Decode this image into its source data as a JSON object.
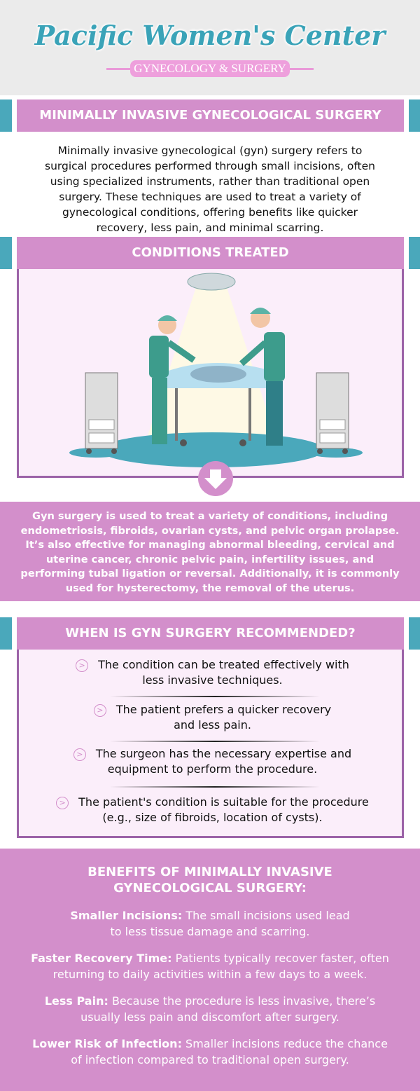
{
  "header": {
    "brand": "Pacific Women's Center",
    "tagline": "GYNECOLOGY & SURGERY"
  },
  "intro": {
    "title": "MINIMALLY INVASIVE GYNECOLOGICAL SURGERY",
    "lines": [
      "Minimally invasive gynecological (gyn) surgery refers to",
      "surgical procedures performed through small incisions, often",
      "using specialized instruments, rather than traditional open",
      "surgery. These techniques are used to treat a variety of",
      "gynecological conditions, offering benefits like quicker",
      "recovery, less pain, and minimal scarring."
    ]
  },
  "conditions": {
    "title": "CONDITIONS TREATED",
    "lines": [
      "Gyn surgery is used to treat a variety of conditions, including",
      "endometriosis, fibroids, ovarian cysts, and pelvic organ prolapse.",
      "It’s also effective for managing abnormal bleeding, cervical and",
      "uterine cancer, chronic pelvic pain, infertility issues, and",
      "performing tubal ligation or reversal. Additionally, it is commonly",
      "used for hysterectomy, the removal of the uterus."
    ]
  },
  "recommended": {
    "title": "WHEN IS GYN SURGERY RECOMMENDED?",
    "items": [
      {
        "line1": "The condition can be treated effectively with",
        "line2": "less invasive techniques."
      },
      {
        "line1": "The patient prefers a quicker recovery",
        "line2": "and less pain."
      },
      {
        "line1": "The surgeon has the necessary expertise and",
        "line2": "equipment to perform the procedure."
      },
      {
        "line1": "The patient's condition is suitable for the procedure",
        "line2": "(e.g., size of fibroids, location of cysts)."
      }
    ]
  },
  "benefits": {
    "title1": "BENEFITS OF MINIMALLY INVASIVE",
    "title2": "GYNECOLOGICAL SURGERY:",
    "items": [
      {
        "label": "Smaller Incisions:",
        "text1": " The small incisions used lead",
        "text2": "to less tissue damage and scarring."
      },
      {
        "label": "Faster Recovery Time:",
        "text1": " Patients typically recover faster, often",
        "text2": "returning to daily activities within a few days to a week."
      },
      {
        "label": "Less Pain:",
        "text1": " Because the procedure is less invasive, there’s",
        "text2": "usually less pain and discomfort after surgery."
      },
      {
        "label": "Lower Risk of Infection:",
        "text1": " Smaller incisions reduce the chance",
        "text2": "of infection compared to traditional open surgery."
      }
    ]
  },
  "colors": {
    "purple": "#d38fcb",
    "teal": "#4aa8bb",
    "pink_bg": "#fbeefa",
    "border": "#9c63a8"
  }
}
